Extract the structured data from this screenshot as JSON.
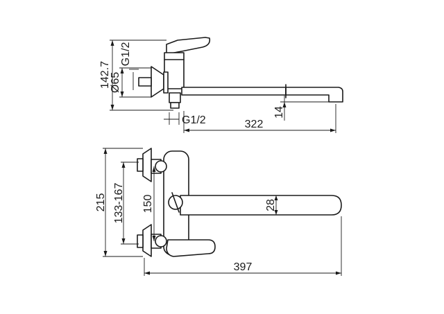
{
  "top_view": {
    "dimensions": {
      "height": "142.7",
      "body_diameter": "Ø65",
      "inlet_thread": "G1/2",
      "outlet_thread": "G1/2",
      "spout_length": "322",
      "spout_drop": "14"
    }
  },
  "front_view": {
    "dimensions": {
      "total_height": "215",
      "inlet_spacing": "133-167",
      "center_distance": "150",
      "spout_thickness": "28",
      "total_length": "397"
    }
  }
}
